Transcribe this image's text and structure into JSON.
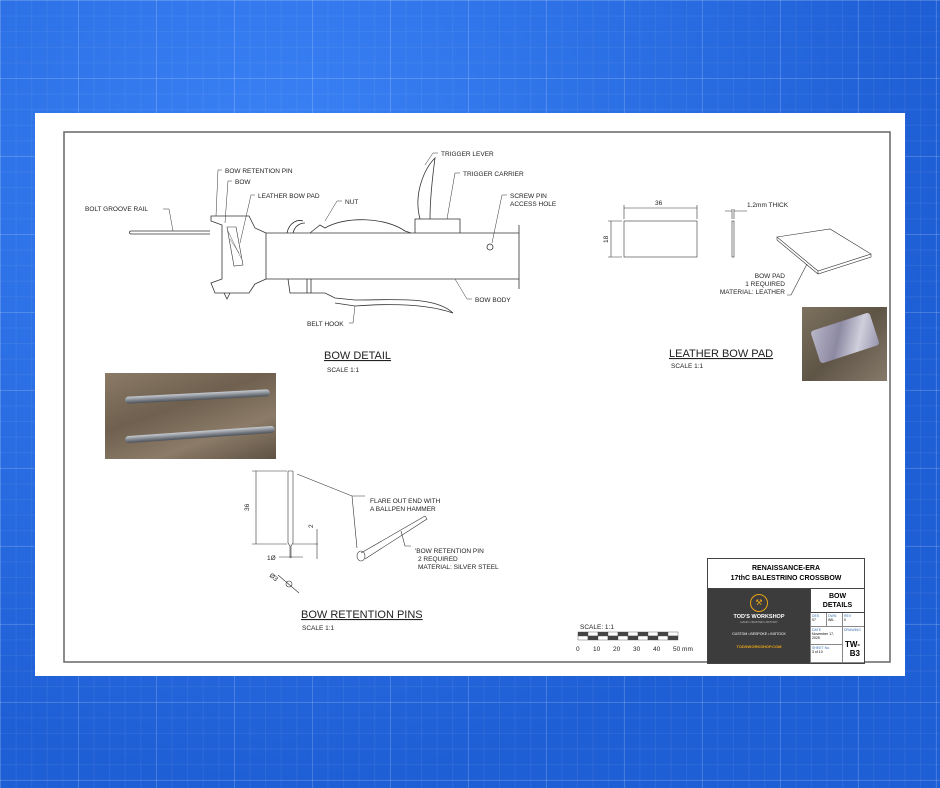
{
  "bow_detail": {
    "title": "BOW DETAIL",
    "scale": "SCALE 1:1",
    "labels": {
      "bolt_groove_rail": "BOLT GROOVE RAIL",
      "bow_retention_pin": "BOW RETENTION PIN",
      "bow": "BOW",
      "leather_bow_pad": "LEATHER BOW PAD",
      "nut": "NUT",
      "trigger_lever": "TRIGGER LEVER",
      "trigger_carrier": "TRIGGER CARRIER",
      "screw_pin_1": "SCREW PIN",
      "screw_pin_2": "ACCESS HOLE",
      "bow_body": "BOW BODY",
      "belt_hook": "BELT HOOK"
    }
  },
  "leather_pad": {
    "title": "LEATHER BOW PAD",
    "scale": "SCALE 1:1",
    "dim_width": "36",
    "dim_height": "18",
    "thickness": "1.2mm THICK",
    "note_1": "BOW PAD",
    "note_2": "1 REQUIRED",
    "note_3": "MATERIAL: LEATHER"
  },
  "pins": {
    "title": "BOW RETENTION PINS",
    "scale": "SCALE 1:1",
    "dim_length": "36",
    "dim_flare": "2",
    "dim_dia": "1Ø",
    "dim_head": "Ø3",
    "flare_1": "FLARE OUT END WITH",
    "flare_2": "A BALLPEN HAMMER",
    "note_1": "'BOW RETENTION PIN",
    "note_2": "2 REQUIRED",
    "note_3": "MATERIAL: SILVER STEEL"
  },
  "scale_bar": {
    "label": "SCALE: 1:1",
    "ticks": [
      "0",
      "10",
      "20",
      "30",
      "40",
      "50 mm"
    ]
  },
  "title_block": {
    "line_1": "RENAISSANCE-ERA",
    "line_2": "17thC BALESTRINO CROSSBOW",
    "brand": "TOD'S WORKSHOP",
    "tagline": "HAND CRAFTED HISTORY",
    "services": "CUSTOM  •  BESPOKE  •  INSTOCK",
    "website": "TODSWORKSHOP.COM",
    "drawing_title_1": "BOW",
    "drawing_title_2": "DETAILS",
    "des_label": "DES",
    "des": "07",
    "dwn_label": "DWN",
    "dwn": "WIL",
    "rev_label": "REV",
    "rev": "0",
    "date_label": "DATE",
    "date": "November 17, 2025",
    "drawing_label": "DRAWING",
    "drawing_no": "TW-B3",
    "sheet_label": "SHEET No.",
    "sheet": "3  of  10"
  }
}
